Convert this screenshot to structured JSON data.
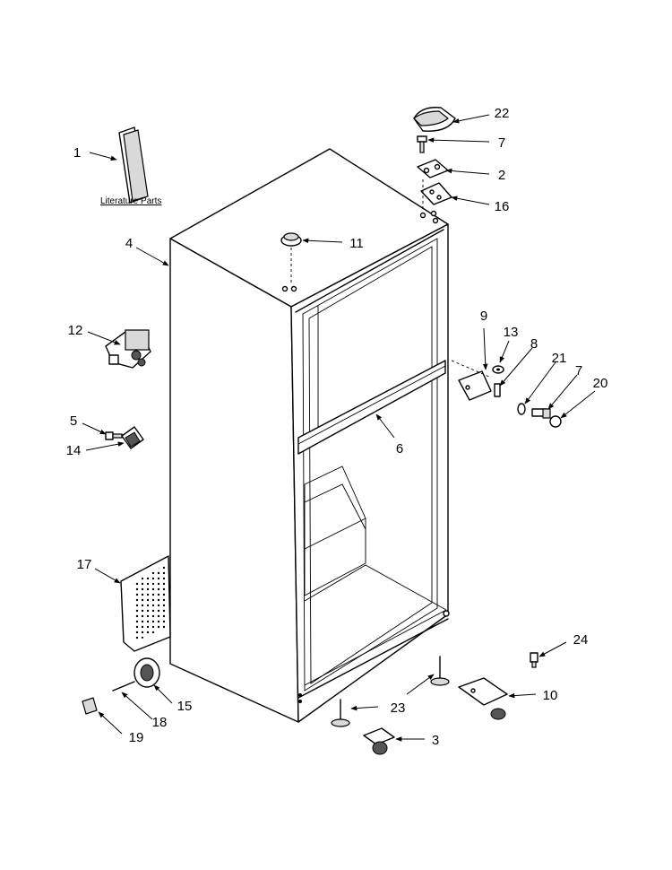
{
  "literature_caption": "Literature Parts",
  "callouts": [
    {
      "id": "c1",
      "label": "1"
    },
    {
      "id": "c22",
      "label": "22"
    },
    {
      "id": "c7a",
      "label": "7"
    },
    {
      "id": "c2",
      "label": "2"
    },
    {
      "id": "c16",
      "label": "16"
    },
    {
      "id": "c4",
      "label": "4"
    },
    {
      "id": "c11",
      "label": "11"
    },
    {
      "id": "c12",
      "label": "12"
    },
    {
      "id": "c9",
      "label": "9"
    },
    {
      "id": "c13",
      "label": "13"
    },
    {
      "id": "c8",
      "label": "8"
    },
    {
      "id": "c21",
      "label": "21"
    },
    {
      "id": "c7b",
      "label": "7"
    },
    {
      "id": "c20",
      "label": "20"
    },
    {
      "id": "c5",
      "label": "5"
    },
    {
      "id": "c14",
      "label": "14"
    },
    {
      "id": "c6",
      "label": "6"
    },
    {
      "id": "c17",
      "label": "17"
    },
    {
      "id": "c24",
      "label": "24"
    },
    {
      "id": "c15",
      "label": "15"
    },
    {
      "id": "c18",
      "label": "18"
    },
    {
      "id": "c19",
      "label": "19"
    },
    {
      "id": "c23",
      "label": "23"
    },
    {
      "id": "c10",
      "label": "10"
    },
    {
      "id": "c3",
      "label": "3"
    }
  ]
}
